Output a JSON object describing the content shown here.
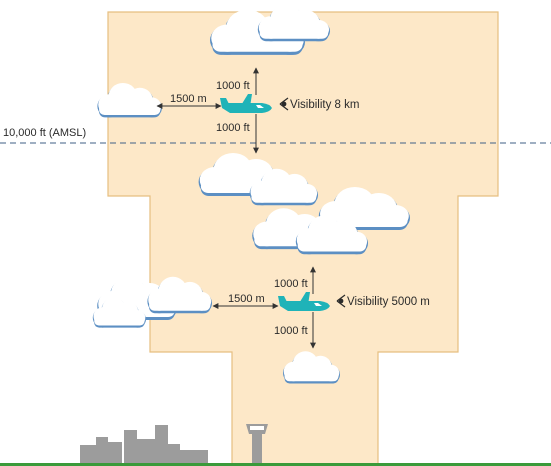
{
  "airspace": {
    "fill": "#fde8c8",
    "stroke": "#e6bf80",
    "altitude_line_label": "10,000 ft (AMSL)",
    "altitude_line_color": "#3f5f86"
  },
  "upper_scenario": {
    "vertical_above_label": "1000 ft",
    "vertical_below_label": "1000 ft",
    "horizontal_label": "1500 m",
    "visibility_label": "Visibility 8 km"
  },
  "lower_scenario": {
    "vertical_above_label": "1000 ft",
    "vertical_below_label": "1000 ft",
    "horizontal_label": "1500 m",
    "visibility_label": "Visibility 5000 m"
  },
  "colors": {
    "aircraft": "#1fb3b8",
    "cloud_fill": "#ffffff",
    "cloud_shadow": "#5c8fc3",
    "skyline": "#9c9c9c",
    "ground": "#3a9a3a",
    "arrow": "#333333"
  },
  "icons": {
    "aircraft": "airplane-icon",
    "eye": "eye-icon",
    "tower": "control-tower-icon",
    "skyline": "city-skyline-icon"
  }
}
